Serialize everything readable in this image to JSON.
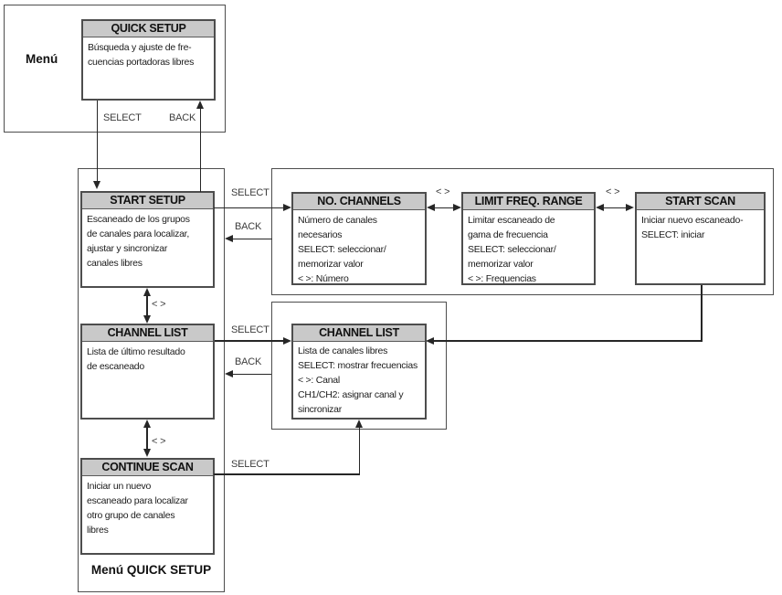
{
  "diagram": {
    "menu_label": "Menú",
    "footer_label": "Menú QUICK SETUP",
    "labels": {
      "select": "SELECT",
      "back": "BACK",
      "nav": "< >"
    },
    "screens": {
      "quick_setup": {
        "title": "QUICK SETUP",
        "lines": [
          "Búsqueda y ajuste de fre-",
          "cuencias portadoras libres"
        ]
      },
      "start_setup": {
        "title": "START SETUP",
        "lines": [
          "Escaneado de los grupos",
          "de canales para localizar,",
          "ajustar y sincronizar",
          "canales libres"
        ]
      },
      "channel_list_left": {
        "title": "CHANNEL LIST",
        "lines": [
          "Lista de último resultado",
          "de escaneado"
        ]
      },
      "continue_scan": {
        "title": "CONTINUE SCAN",
        "lines": [
          "Iniciar un nuevo",
          "escaneado para localizar",
          "otro grupo de canales",
          "libres"
        ]
      },
      "no_channels": {
        "title": "NO. CHANNELS",
        "lines": [
          "Número de canales",
          "necesarios",
          "SELECT: seleccionar/",
          "memorizar valor",
          "< >: Número"
        ]
      },
      "limit_freq_range": {
        "title": "LIMIT FREQ. RANGE",
        "lines": [
          "Limitar escaneado de",
          "gama de frecuencia",
          "SELECT: seleccionar/",
          "memorizar valor",
          "< >: Frequencias"
        ]
      },
      "start_scan": {
        "title": "START SCAN",
        "lines": [
          "Iniciar nuevo escaneado-",
          "SELECT: iniciar"
        ]
      },
      "channel_list_right": {
        "title": "CHANNEL LIST",
        "lines": [
          "Lista de canales libres",
          "SELECT: mostrar frecuencias",
          "< >: Canal",
          "CH1/CH2: asignar canal y",
          "sincronizar"
        ]
      }
    },
    "colors": {
      "title_bar": "#c9c9c9",
      "border": "#4d4d4d",
      "line": "#262626"
    }
  }
}
